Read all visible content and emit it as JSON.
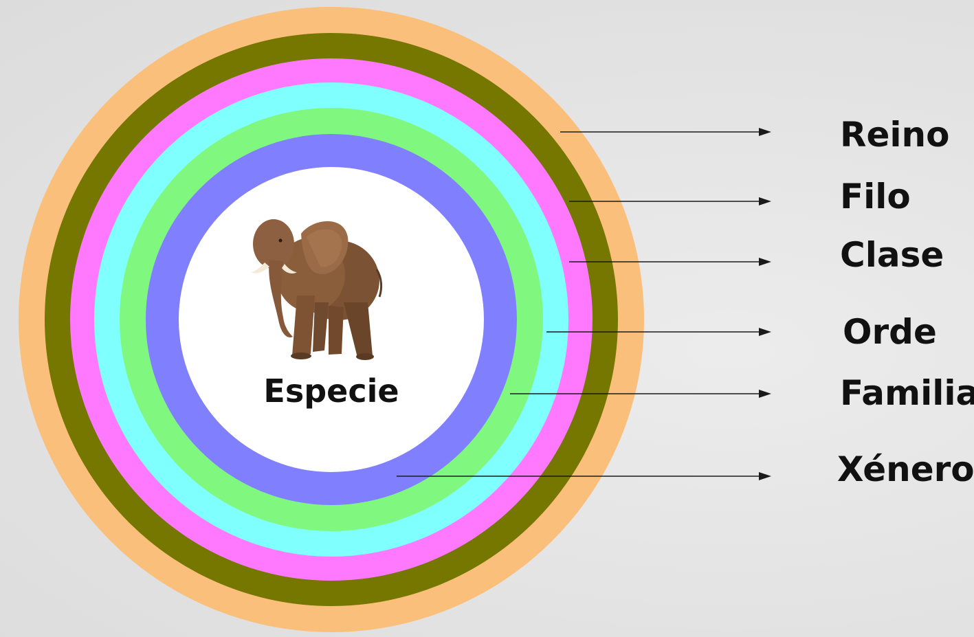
{
  "diagram": {
    "center_label": "Especie",
    "center_image": "elephant",
    "levels": [
      {
        "label": "Reino",
        "color": "#fbbf7c"
      },
      {
        "label": "Filo",
        "color": "#757700"
      },
      {
        "label": "Clase",
        "color": "#ff79ff"
      },
      {
        "label": "Orde",
        "color": "#80ffff"
      },
      {
        "label": "Familia",
        "color": "#80f880"
      },
      {
        "label": "Xénero",
        "color": "#8080ff"
      }
    ],
    "center_color": "#ffffff"
  }
}
